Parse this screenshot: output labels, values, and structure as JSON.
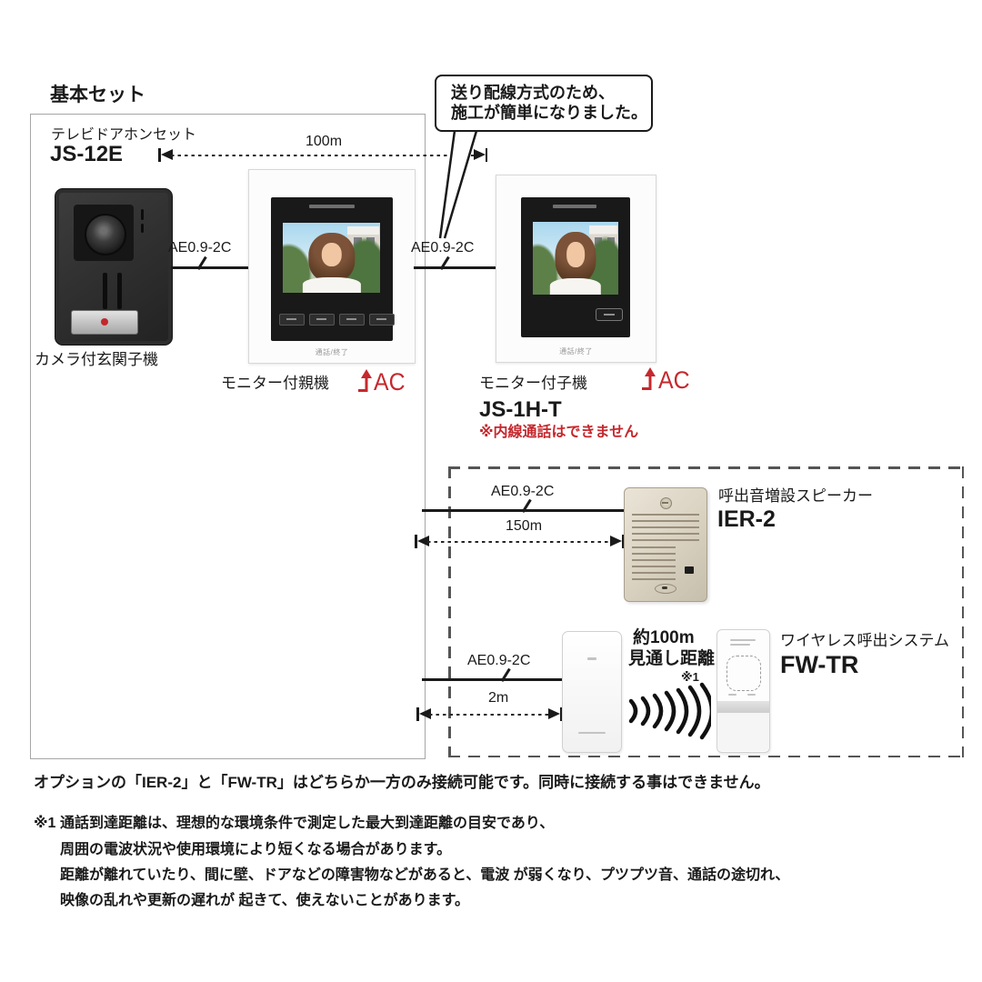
{
  "header": {
    "title": "基本セット"
  },
  "callout": {
    "line1": "送り配線方式のため、",
    "line2": "施工が簡単になりました。"
  },
  "basic_set": {
    "set_label": "テレビドアホンセット",
    "set_model": "JS-12E",
    "door_station_label": "カメラ付玄関子機",
    "main_monitor_label": "モニター付親機",
    "main_monitor_ac": "AC"
  },
  "sub_monitor": {
    "label": "モニター付子機",
    "ac": "AC",
    "model": "JS-1H-T",
    "note": "※内線通話はできません"
  },
  "monitors": {
    "main_footer_text": "通話/終了",
    "sub_footer_text": "通話/終了"
  },
  "wires": {
    "c1": "AE0.9-2C",
    "c2": "AE0.9-2C",
    "c3": "AE0.9-2C",
    "c4": "AE0.9-2C"
  },
  "distances": {
    "d100": "100m",
    "d150": "150m",
    "d2": "2m"
  },
  "speaker": {
    "label": "呼出音増設スピーカー",
    "model": "IER-2"
  },
  "wireless": {
    "label": "ワイヤレス呼出システム",
    "model": "FW-TR",
    "range_line1": "約100m",
    "range_line2": "見通し距離",
    "range_ref": "※1"
  },
  "footer": {
    "option_note": "オプションの「IER-2」と「FW-TR」はどちらか一方のみ接続可能です。同時に接続する事はできません。",
    "note_ref": "※1",
    "note_lines": [
      "通話到達距離は、理想的な環境条件で測定した最大到達距離の目安であり、",
      "周囲の電波状況や使用環境により短くなる場合があります。",
      "距離が離れていたり、間に壁、ドアなどの障害物などがあると、電波 が弱くなり、プツプツ音、通話の途切れ、",
      "映像の乱れや更新の遅れが 起きて、使えないことがあります。"
    ]
  },
  "colors": {
    "accent_red": "#c5282d",
    "wire": "#1a1a1a",
    "solid_box_border": "#a6a6a6",
    "dashed_box_border": "#555555",
    "speaker_body": "#d9d1c0"
  }
}
